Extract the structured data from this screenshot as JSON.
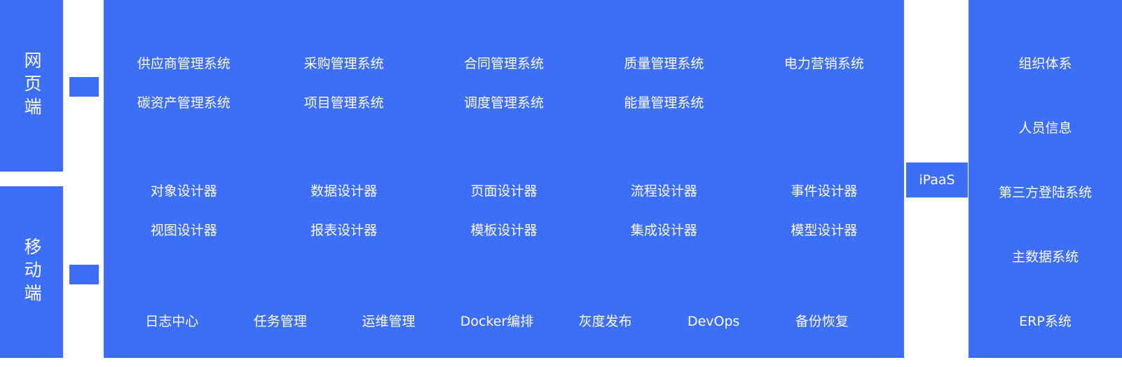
{
  "colors": {
    "primary": "#3D6EF7",
    "text": "#FFFFFF"
  },
  "left": {
    "web": "网页端",
    "mobile": "移动端"
  },
  "apps_row1": [
    "供应商管理系统",
    "采购管理系统",
    "合同管理系统",
    "质量管理系统",
    "电力营销系统"
  ],
  "apps_row2": [
    "碳资产管理系统",
    "项目管理系统",
    "调度管理系统",
    "能量管理系统"
  ],
  "designers_row1": [
    "对象设计器",
    "数据设计器",
    "页面设计器",
    "流程设计器",
    "事件设计器"
  ],
  "designers_row2": [
    "视图设计器",
    "报表设计器",
    "模板设计器",
    "集成设计器",
    "模型设计器"
  ],
  "ops": [
    "日志中心",
    "任务管理",
    "运维管理",
    "Docker编排",
    "灰度发布",
    "DevOps",
    "备份恢复"
  ],
  "ipaas": "iPaaS",
  "right_items": [
    "组织体系",
    "人员信息",
    "第三方登陆系统",
    "主数据系统",
    "ERP系统"
  ]
}
